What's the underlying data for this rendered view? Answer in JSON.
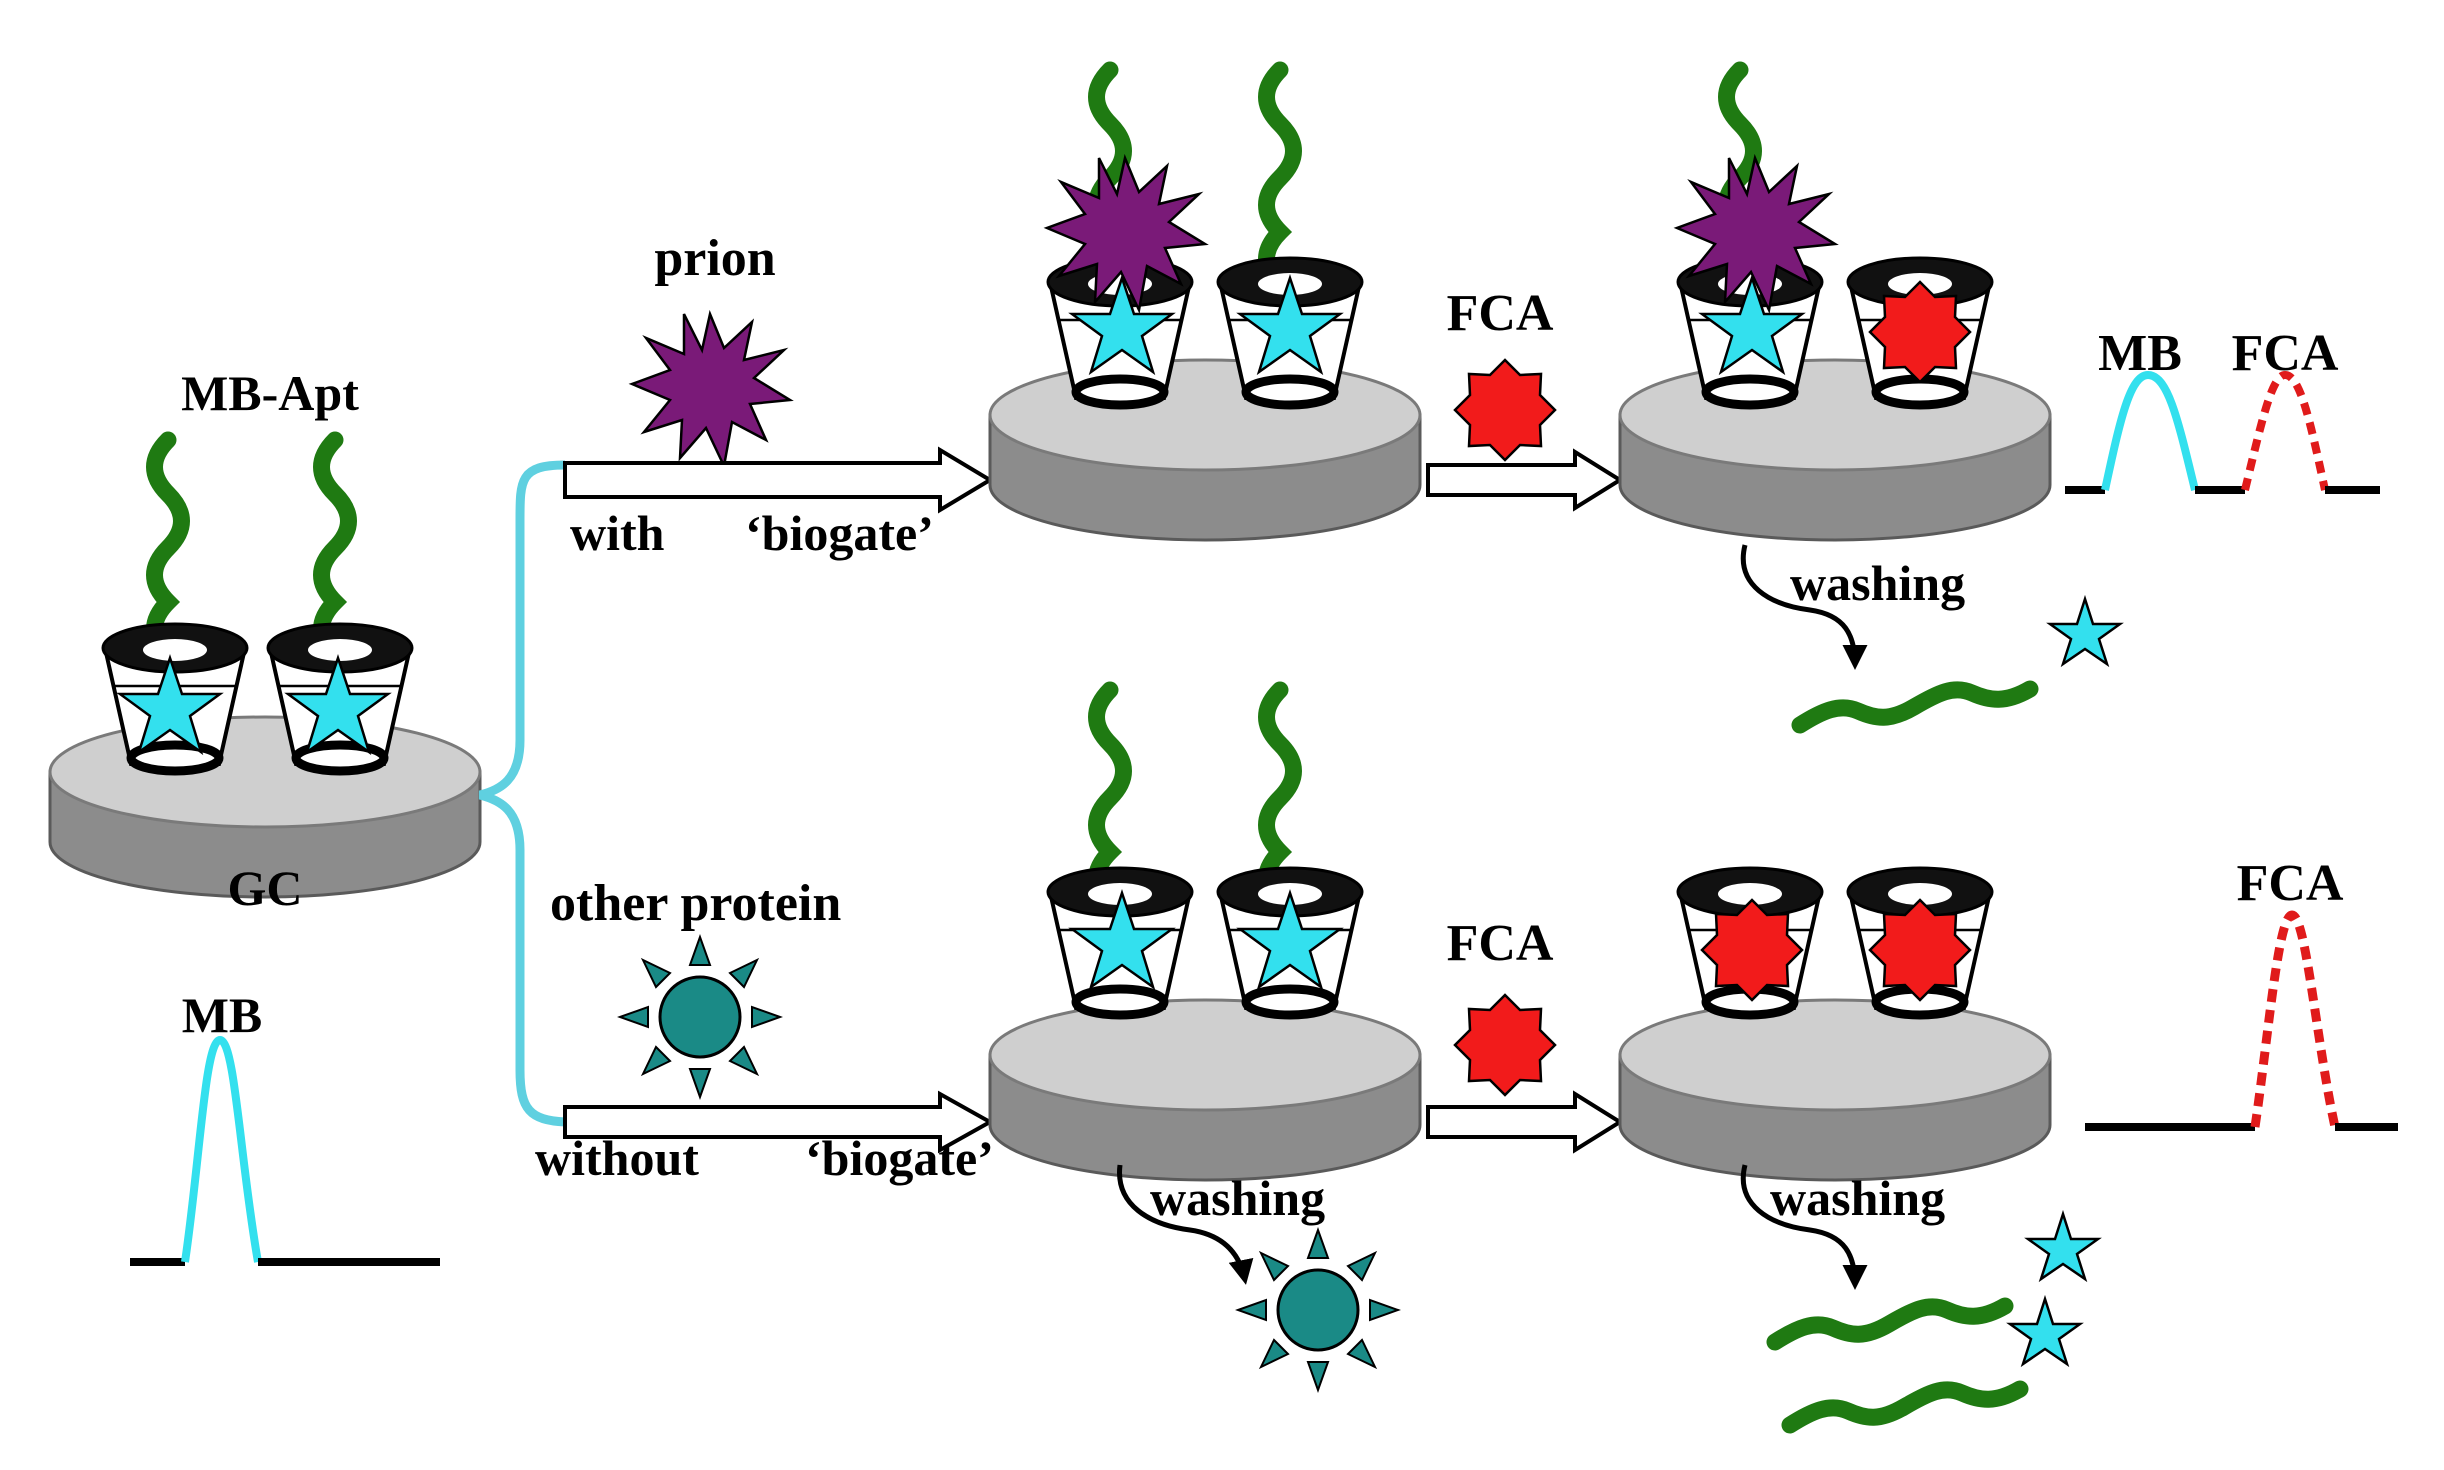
{
  "labels": {
    "mb_apt": "MB-Apt",
    "gc": "GC",
    "mb_left": "MB",
    "prion": "prion",
    "with": "with",
    "biogate_top": "‘biogate’",
    "other_protein": "other protein",
    "without": "without",
    "biogate_bottom": "‘biogate’",
    "fca_top": "FCA",
    "fca_bottom": "FCA",
    "washing_top": "washing",
    "washing_mid": "washing",
    "washing_bottom": "washing",
    "signal_top_mb": "MB",
    "signal_top_fca": "FCA",
    "signal_bottom_fca": "FCA"
  },
  "colors": {
    "aptamer": "#1f7a12",
    "mb_star": "#33e0ee",
    "prion": "#7a1a78",
    "other_protein": "#1a8a86",
    "fca": "#f21b1b",
    "bracket": "#5fd0e0",
    "disk_top": "#cfcfcf",
    "disk_side": "#8c8c8c",
    "peak_mb": "#33e0ee",
    "peak_fca": "#e01b1b"
  },
  "icons": [
    "aptamer-strand",
    "cyclodextrin-cup",
    "mb-star-icon",
    "prion-icon",
    "other-protein-icon",
    "fca-icon",
    "arrow-icon",
    "gc-electrode"
  ]
}
